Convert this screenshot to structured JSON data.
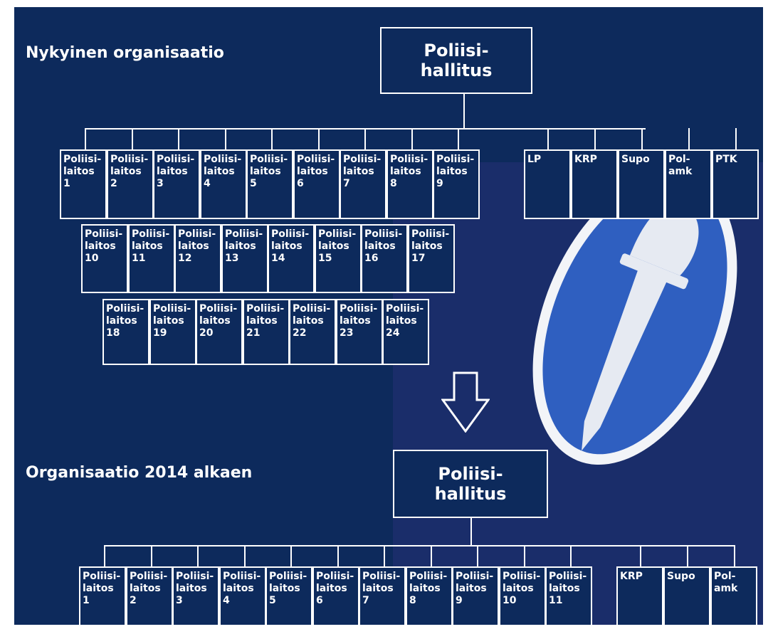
{
  "headings": {
    "current": "Nykyinen organisaatio",
    "future": "Organisaatio 2014 alkaen"
  },
  "current": {
    "root": {
      "line1": "Poliisi-",
      "line2": "hallitus"
    },
    "units": [
      {
        "l1": "Poliisi-",
        "l2": "laitos",
        "l3": "1"
      },
      {
        "l1": "Poliisi-",
        "l2": "laitos",
        "l3": "2"
      },
      {
        "l1": "Poliisi-",
        "l2": "laitos",
        "l3": "3"
      },
      {
        "l1": "Poliisi-",
        "l2": "laitos",
        "l3": "4"
      },
      {
        "l1": "Poliisi-",
        "l2": "laitos",
        "l3": "5"
      },
      {
        "l1": "Poliisi-",
        "l2": "laitos",
        "l3": "6"
      },
      {
        "l1": "Poliisi-",
        "l2": "laitos",
        "l3": "7"
      },
      {
        "l1": "Poliisi-",
        "l2": "laitos",
        "l3": "8"
      },
      {
        "l1": "Poliisi-",
        "l2": "laitos",
        "l3": "9"
      },
      {
        "l1": "Poliisi-",
        "l2": "laitos",
        "l3": "10"
      },
      {
        "l1": "Poliisi-",
        "l2": "laitos",
        "l3": "11"
      },
      {
        "l1": "Poliisi-",
        "l2": "laitos",
        "l3": "12"
      },
      {
        "l1": "Poliisi-",
        "l2": "laitos",
        "l3": "13"
      },
      {
        "l1": "Poliisi-",
        "l2": "laitos",
        "l3": "14"
      },
      {
        "l1": "Poliisi-",
        "l2": "laitos",
        "l3": "15"
      },
      {
        "l1": "Poliisi-",
        "l2": "laitos",
        "l3": "16"
      },
      {
        "l1": "Poliisi-",
        "l2": "laitos",
        "l3": "17"
      },
      {
        "l1": "Poliisi-",
        "l2": "laitos",
        "l3": "18"
      },
      {
        "l1": "Poliisi-",
        "l2": "laitos",
        "l3": "19"
      },
      {
        "l1": "Poliisi-",
        "l2": "laitos",
        "l3": "20"
      },
      {
        "l1": "Poliisi-",
        "l2": "laitos",
        "l3": "21"
      },
      {
        "l1": "Poliisi-",
        "l2": "laitos",
        "l3": "22"
      },
      {
        "l1": "Poliisi-",
        "l2": "laitos",
        "l3": "23"
      },
      {
        "l1": "Poliisi-",
        "l2": "laitos",
        "l3": "24"
      }
    ],
    "national_units": [
      {
        "l1": "LP",
        "l2": ""
      },
      {
        "l1": "KRP",
        "l2": ""
      },
      {
        "l1": "Supo",
        "l2": ""
      },
      {
        "l1": "Pol-",
        "l2": "amk"
      },
      {
        "l1": "PTK",
        "l2": ""
      }
    ]
  },
  "future": {
    "root": {
      "line1": "Poliisi-",
      "line2": "hallitus"
    },
    "units": [
      {
        "l1": "Poliisi-",
        "l2": "laitos",
        "l3": "1"
      },
      {
        "l1": "Poliisi-",
        "l2": "laitos",
        "l3": "2"
      },
      {
        "l1": "Poliisi-",
        "l2": "laitos",
        "l3": "3"
      },
      {
        "l1": "Poliisi-",
        "l2": "laitos",
        "l3": "4"
      },
      {
        "l1": "Poliisi-",
        "l2": "laitos",
        "l3": "5"
      },
      {
        "l1": "Poliisi-",
        "l2": "laitos",
        "l3": "6"
      },
      {
        "l1": "Poliisi-",
        "l2": "laitos",
        "l3": "7"
      },
      {
        "l1": "Poliisi-",
        "l2": "laitos",
        "l3": "8"
      },
      {
        "l1": "Poliisi-",
        "l2": "laitos",
        "l3": "9"
      },
      {
        "l1": "Poliisi-",
        "l2": "laitos",
        "l3": "10"
      },
      {
        "l1": "Poliisi-",
        "l2": "laitos",
        "l3": "11"
      }
    ],
    "national_units": [
      {
        "l1": "KRP",
        "l2": ""
      },
      {
        "l1": "Supo",
        "l2": ""
      },
      {
        "l1": "Pol-",
        "l2": "amk"
      }
    ]
  },
  "colors": {
    "background": "#0d2a5c",
    "photo": "#1a2d6a",
    "emblem": "#2f5fc0",
    "lines": "#ffffff"
  },
  "icons": {
    "emblem": "police-lion-sword-emblem-icon",
    "arrow": "down-arrow-icon"
  }
}
